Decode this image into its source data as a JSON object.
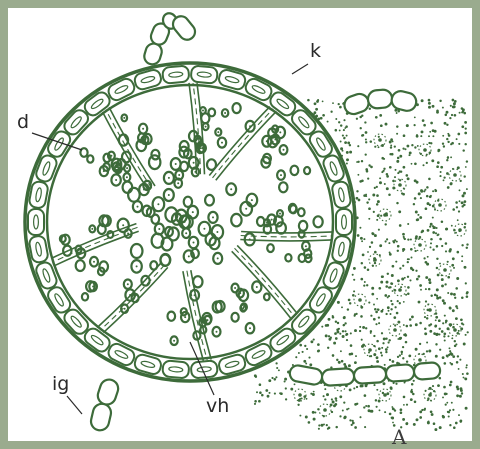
{
  "frame_color": "#9aab8e",
  "line_color": "#3d6b3a",
  "labels": {
    "k": "k",
    "d": "d",
    "ig": "ig",
    "vh": "vh",
    "corner": "A"
  }
}
